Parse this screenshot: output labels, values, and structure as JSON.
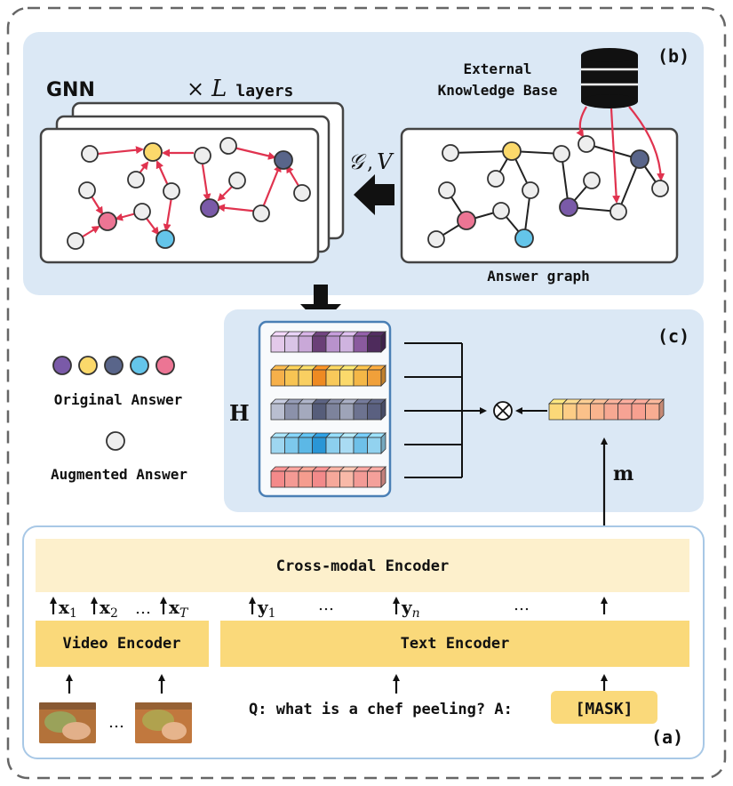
{
  "labels": {
    "panel_b": "(b)",
    "panel_c": "(c)",
    "panel_a": "(a)",
    "gnn": "GNN",
    "times": "×",
    "layers_L": "L",
    "layers_word": "layers",
    "ext_kb_line1": "External",
    "ext_kb_line2": "Knowledge Base",
    "answer_graph": "Answer graph",
    "gv_g": "𝒢",
    "gv_comma": ",",
    "gv_v": "V",
    "H": "H",
    "m": "m",
    "original_answer": "Original Answer",
    "augmented_answer": "Augmented Answer",
    "cross_modal_encoder": "Cross-modal Encoder",
    "video_encoder": "Video Encoder",
    "text_encoder": "Text Encoder",
    "question": "Q: what is a chef peeling? A:",
    "mask": "[MASK]",
    "ellipsis": "…",
    "x": "x",
    "x1_sub": "1",
    "x2_sub": "2",
    "xT_sub": "T",
    "y": "y",
    "y1_sub": "1",
    "yn_sub": "n"
  },
  "colors": {
    "purple": "#7a5aa8",
    "yellow": "#fbd96b",
    "navy": "#59658a",
    "cyan": "#64c5ea",
    "pink": "#ec7594",
    "augmented": "#eeeeee",
    "edge_red": "#e0334f",
    "panel_bg": "#dbe8f5",
    "encoder": "#fad97a",
    "cross_modal": "#fdf0cc",
    "h_border": "#4a7fb5"
  },
  "embedding_rows": [
    [
      "#e3c9ea",
      "#d9c4e6",
      "#c9a8d8",
      "#6a3f77",
      "#b892cc",
      "#cfb3df",
      "#8a5a9e",
      "#4e2b5c"
    ],
    [
      "#f6b04a",
      "#f7c453",
      "#f9cf61",
      "#ee8a22",
      "#f8c95a",
      "#fbd96b",
      "#f4b747",
      "#f0a03a"
    ],
    [
      "#b9bed0",
      "#8b91aa",
      "#a4a9bd",
      "#565d7a",
      "#7d839c",
      "#9ea4b8",
      "#6d7390",
      "#5a6080"
    ],
    [
      "#9ed6f0",
      "#7dc8ec",
      "#5cb8e6",
      "#2a96d6",
      "#8ccfee",
      "#a9dbf3",
      "#6ec0e9",
      "#92d2ef"
    ],
    [
      "#f48a8a",
      "#f49a94",
      "#f59c8e",
      "#f28a8a",
      "#f6a89a",
      "#f8b9a8",
      "#f39b96",
      "#f4a09a"
    ]
  ],
  "m_vector": [
    "#fbd878",
    "#fccd86",
    "#fbc18a",
    "#f9b48e",
    "#f7a892",
    "#f6a394",
    "#f7a090",
    "#f8ad92"
  ]
}
